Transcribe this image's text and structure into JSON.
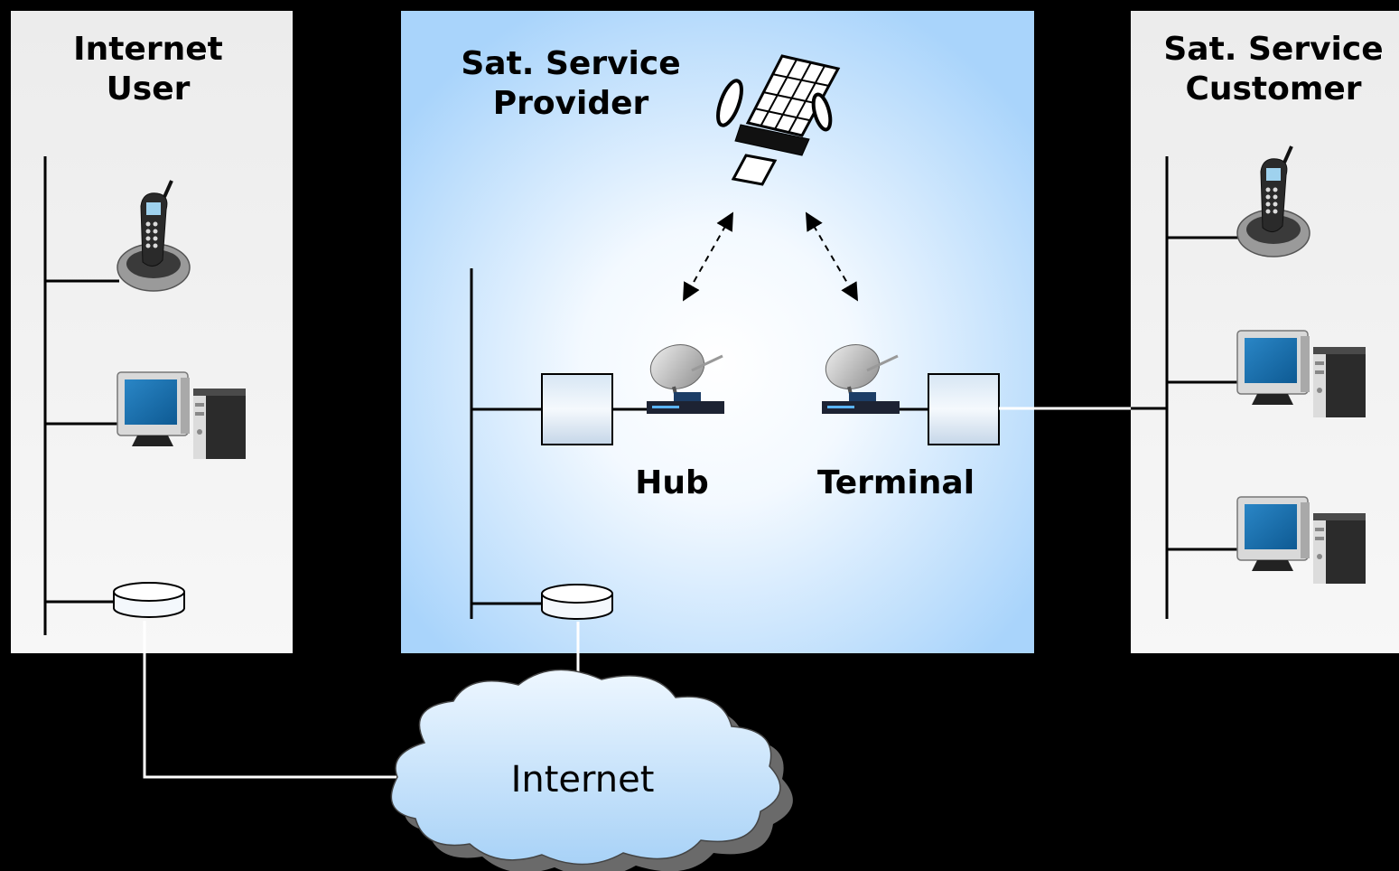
{
  "zones": {
    "internet_user": {
      "title_line1": "Internet",
      "title_line2": "User"
    },
    "provider": {
      "title_line1": "Sat. Service",
      "title_line2": "Provider"
    },
    "customer": {
      "title_line1": "Sat. Service",
      "title_line2": "Customer"
    }
  },
  "labels": {
    "hub": "Hub",
    "terminal": "Terminal",
    "cloud": "Internet"
  },
  "colors": {
    "background": "#000000",
    "side_panel": "#efefef",
    "provider_panel": "#a9d4fb",
    "link_line": "#ffffff"
  },
  "icons": [
    "satellite-icon",
    "phone-icon",
    "computer-icon",
    "router-icon",
    "dish-icon",
    "cloud-icon"
  ]
}
